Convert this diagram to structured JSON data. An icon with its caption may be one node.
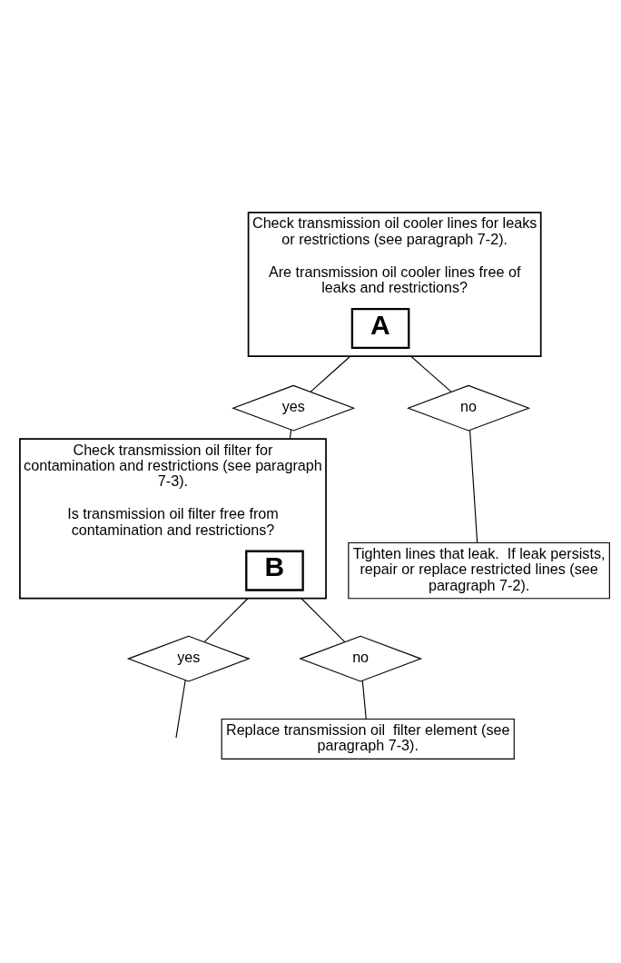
{
  "diagram": {
    "nodes": [
      {
        "text": [
          "Check transmission oil cooler lines for leaks or restrictions (see paragraph 7-2).",
          "Are transmission oil cooler lines free of leaks and restrictions?"
        ]
      },
      {
        "text": [
          "A"
        ],
        "in": 0
      },
      {
        "text": [
          "yes"
        ]
      },
      {
        "text": [
          "no"
        ]
      },
      {
        "text": [
          "Tighten lines that leak.  If leak persists, repair or replace restricted lines (see paragraph 7-2)."
        ]
      },
      {
        "text": [
          "Check transmission oil filter for contamination and restrictions (see paragraph 7-3).",
          "Is transmission oil filter free from contamination and restrictions?"
        ]
      },
      {
        "text": [
          "B"
        ],
        "in": 5
      },
      {
        "text": [
          "yes"
        ]
      },
      {
        "text": [
          "no"
        ]
      },
      {
        "text": [
          "Replace transmission oil  filter element (see paragraph 7-3)."
        ]
      }
    ],
    "edges": [
      {
        "from": 0,
        "to": 2,
        "arrow": "none"
      },
      {
        "from": 0,
        "to": 3,
        "arrow": "none"
      },
      {
        "from": 2,
        "to": 5,
        "arrow": "none"
      },
      {
        "from": 3,
        "to": 4,
        "arrow": "none"
      },
      {
        "from": 5,
        "to": 7,
        "arrow": "none"
      },
      {
        "from": 5,
        "to": 8,
        "arrow": "none"
      },
      {
        "from": 8,
        "to": 9,
        "arrow": "none"
      },
      {
        "from": 7,
        "to": null,
        "arrow": "none"
      }
    ]
  }
}
